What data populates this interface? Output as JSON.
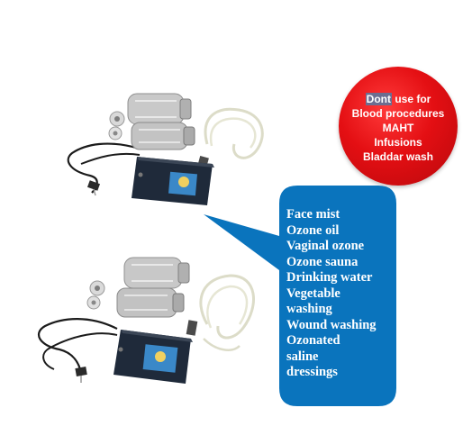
{
  "warning": {
    "highlight_word": "Dont",
    "first_line_rest": " use for",
    "lines": [
      "Blood procedures",
      "MAHT",
      "Infusions",
      "Bladdar wash"
    ]
  },
  "uses": {
    "lines": [
      "Face mist",
      "Ozone oil",
      "Vaginal ozone",
      "Ozone sauna",
      "Drinking water",
      "Vegetable",
      "washing",
      "Wound washing",
      "Ozonated",
      "saline",
      "dressings"
    ]
  },
  "colors": {
    "warning_red": "#e40f13",
    "callout_blue": "#0a74bd",
    "device_box": "#1f2a3a",
    "label_blue": "#3a88c8"
  },
  "icons": [
    "ozone-generator-device",
    "glass-jar",
    "silicone-tubing",
    "power-cord",
    "diffuser-stone"
  ]
}
